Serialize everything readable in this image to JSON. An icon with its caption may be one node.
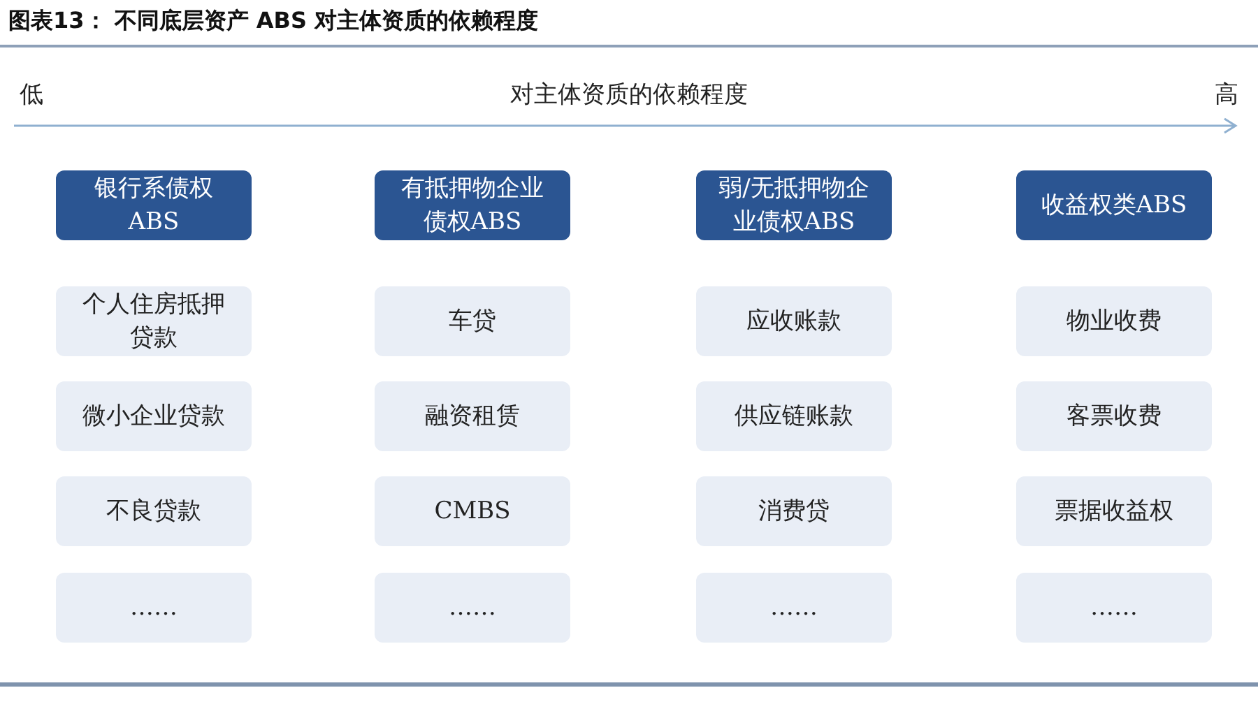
{
  "diagram": {
    "title": "图表13：  不同底层资产 ABS 对主体资质的依赖程度",
    "nodes": [
      {
        "text": [
          "银行系债权ABS"
        ]
      },
      {
        "text": [
          "个人住房抵押贷款"
        ]
      },
      {
        "text": [
          "微小企业贷款"
        ]
      },
      {
        "text": [
          "不良贷款"
        ]
      },
      {
        "text": [
          "……"
        ]
      },
      {
        "text": [
          "有抵押物企业债权ABS"
        ]
      },
      {
        "text": [
          "车贷"
        ]
      },
      {
        "text": [
          "融资租赁"
        ]
      },
      {
        "text": [
          "CMBS"
        ]
      },
      {
        "text": [
          "……"
        ]
      },
      {
        "text": [
          "弱/无抵押物企业债权ABS"
        ]
      },
      {
        "text": [
          "应收账款"
        ]
      },
      {
        "text": [
          "供应链账款"
        ]
      },
      {
        "text": [
          "消费贷"
        ]
      },
      {
        "text": [
          "……"
        ]
      },
      {
        "text": [
          "收益权类ABS"
        ]
      },
      {
        "text": [
          "物业收费"
        ]
      },
      {
        "text": [
          "客票收费"
        ]
      },
      {
        "text": [
          "票据收益权"
        ]
      },
      {
        "text": [
          "……"
        ]
      }
    ],
    "edges": [],
    "labels": [
      "低",
      "对主体资质的依赖程度",
      "高"
    ]
  }
}
